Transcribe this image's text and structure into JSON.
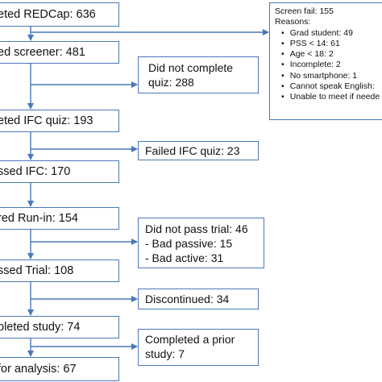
{
  "main_boxes": [
    {
      "label": "eted REDCap: 636"
    },
    {
      "label": "ed screener: 481"
    },
    {
      "label": "eted IFC quiz: 193"
    },
    {
      "label": "ssed IFC: 170"
    },
    {
      "label": "red Run-in: 154"
    },
    {
      "label": "ssed Trial: 108"
    },
    {
      "label": "pleted study: 74"
    },
    {
      "label": "for analysis: 67"
    }
  ],
  "screen_fail": {
    "title": "Screen fail: 155",
    "reasons_label": "Reasons:",
    "reasons": [
      "Grad student: 49",
      "PSS < 14: 61",
      "Age < 18: 2",
      "Incomplete: 2",
      "No smartphone: 1",
      "Cannot speak English: ",
      "Unable to meet if neede"
    ]
  },
  "quiz_incomplete": {
    "line1": "Did not complete",
    "line2": "quiz: 288"
  },
  "failed_ifc": {
    "line1": "Failed IFC quiz: 23"
  },
  "trial_fail": {
    "line1": "Did not pass trial: 46",
    "line2": "- Bad passive: 15",
    "line3": "- Bad active: 31"
  },
  "discontinued": {
    "line1": "Discontinued: 34"
  },
  "prior_study": {
    "line1": "Completed a prior",
    "line2": "study: 7"
  },
  "colors": {
    "border": "#4a78b8",
    "arrow": "#4a78b8"
  }
}
